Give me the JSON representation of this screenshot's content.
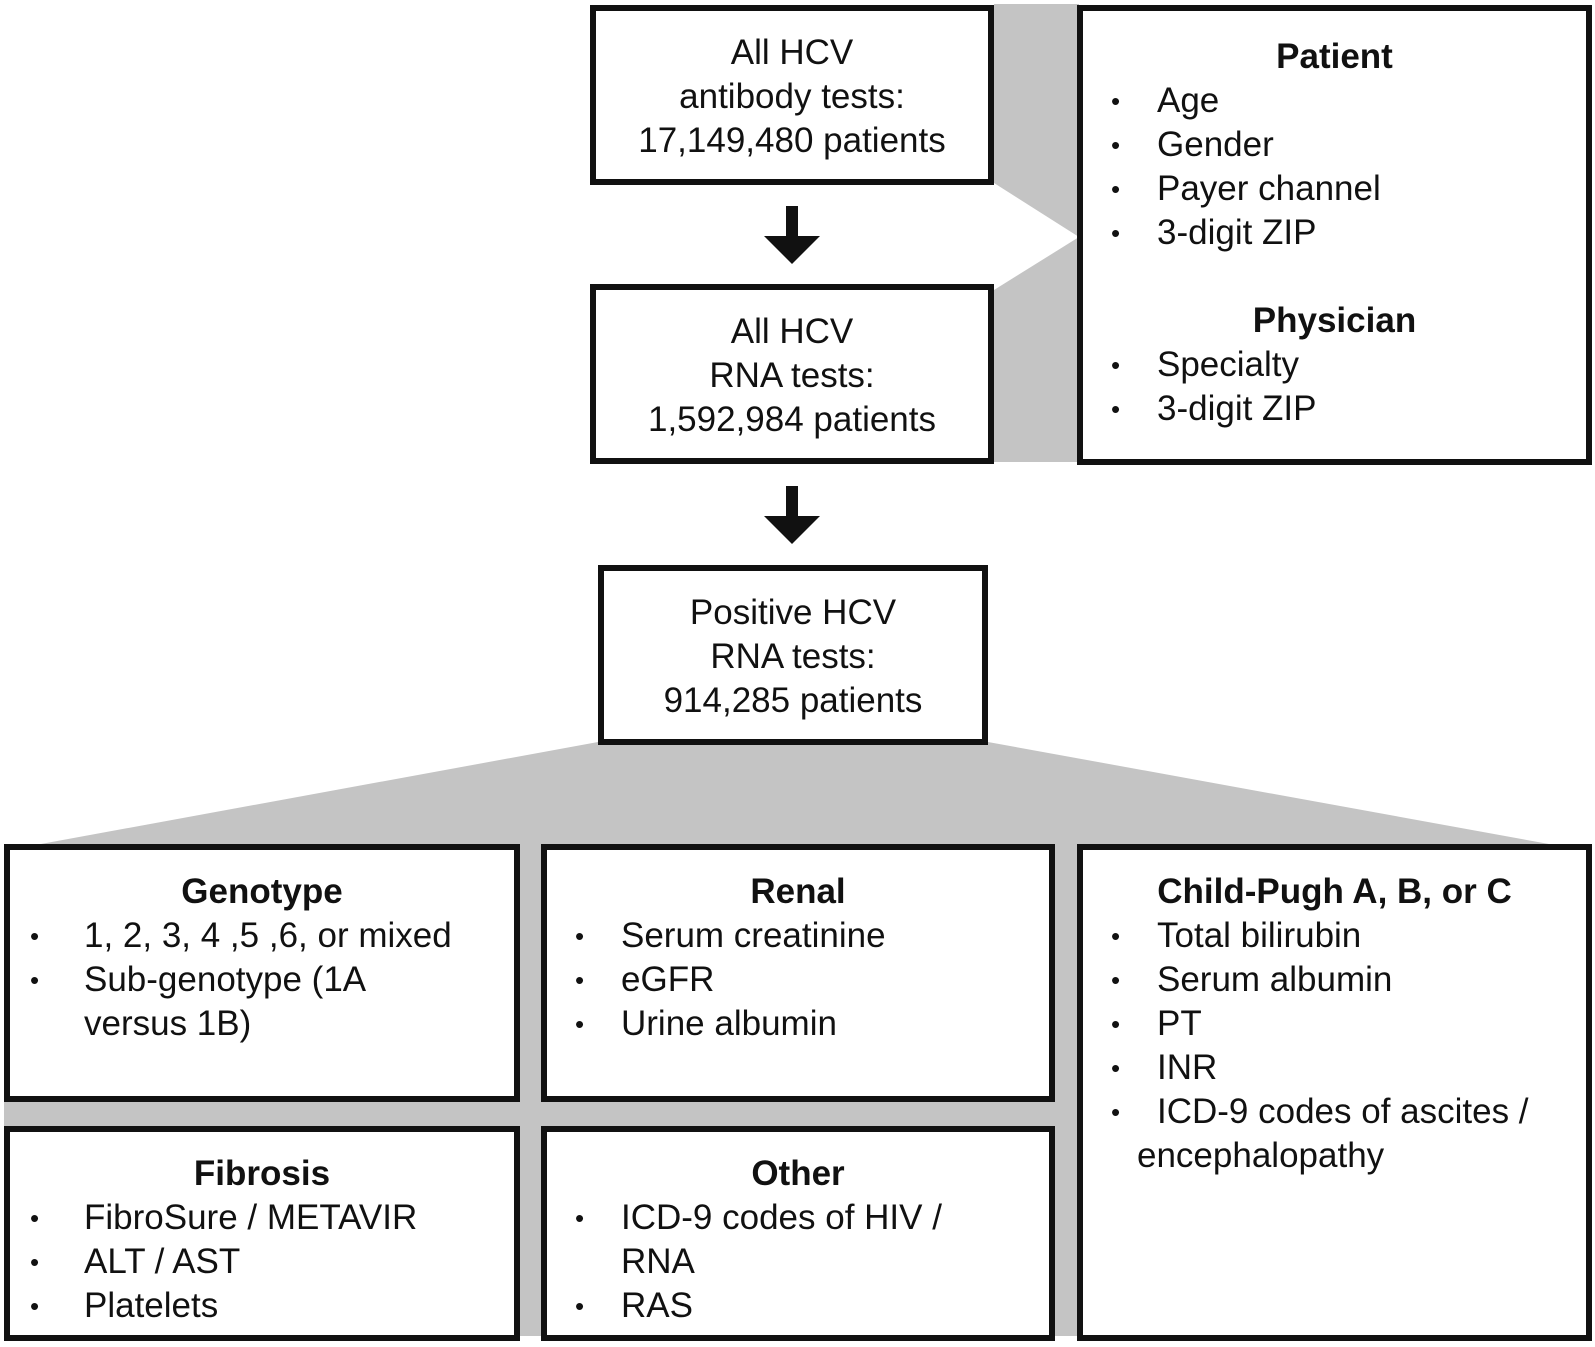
{
  "flow": {
    "antibody": {
      "line1": "All HCV",
      "line2": "antibody tests:",
      "line3": "17,149,480 patients"
    },
    "rna": {
      "line1": "All HCV",
      "line2": "RNA tests:",
      "line3": "1,592,984 patients"
    },
    "positive": {
      "line1": "Positive HCV",
      "line2": "RNA tests:",
      "line3": "914,285 patients"
    }
  },
  "demographics": {
    "patient_title": "Patient",
    "patient_items": [
      "Age",
      "Gender",
      "Payer channel",
      "3-digit ZIP"
    ],
    "physician_title": "Physician",
    "physician_items": [
      "Specialty",
      "3-digit ZIP"
    ]
  },
  "genotype": {
    "title": "Genotype",
    "items": [
      "1, 2, 3, 4 ,5 ,6, or mixed",
      "Sub-genotype (1A",
      "versus 1B)"
    ]
  },
  "renal": {
    "title": "Renal",
    "items": [
      "Serum creatinine",
      "eGFR",
      "Urine albumin"
    ]
  },
  "childpugh": {
    "title": "Child-Pugh A, B, or C",
    "items": [
      "Total bilirubin",
      "Serum albumin",
      "PT",
      "INR",
      "ICD-9 codes of ascites /",
      "encephalopathy"
    ]
  },
  "fibrosis": {
    "title": "Fibrosis",
    "items": [
      "FibroSure / METAVIR",
      "ALT / AST",
      "Platelets"
    ]
  },
  "other": {
    "title": "Other",
    "items": [
      "ICD-9 codes of HIV /",
      "RNA",
      "RAS"
    ]
  },
  "colors": {
    "connector": "#c4c4c4",
    "border": "#111111"
  }
}
